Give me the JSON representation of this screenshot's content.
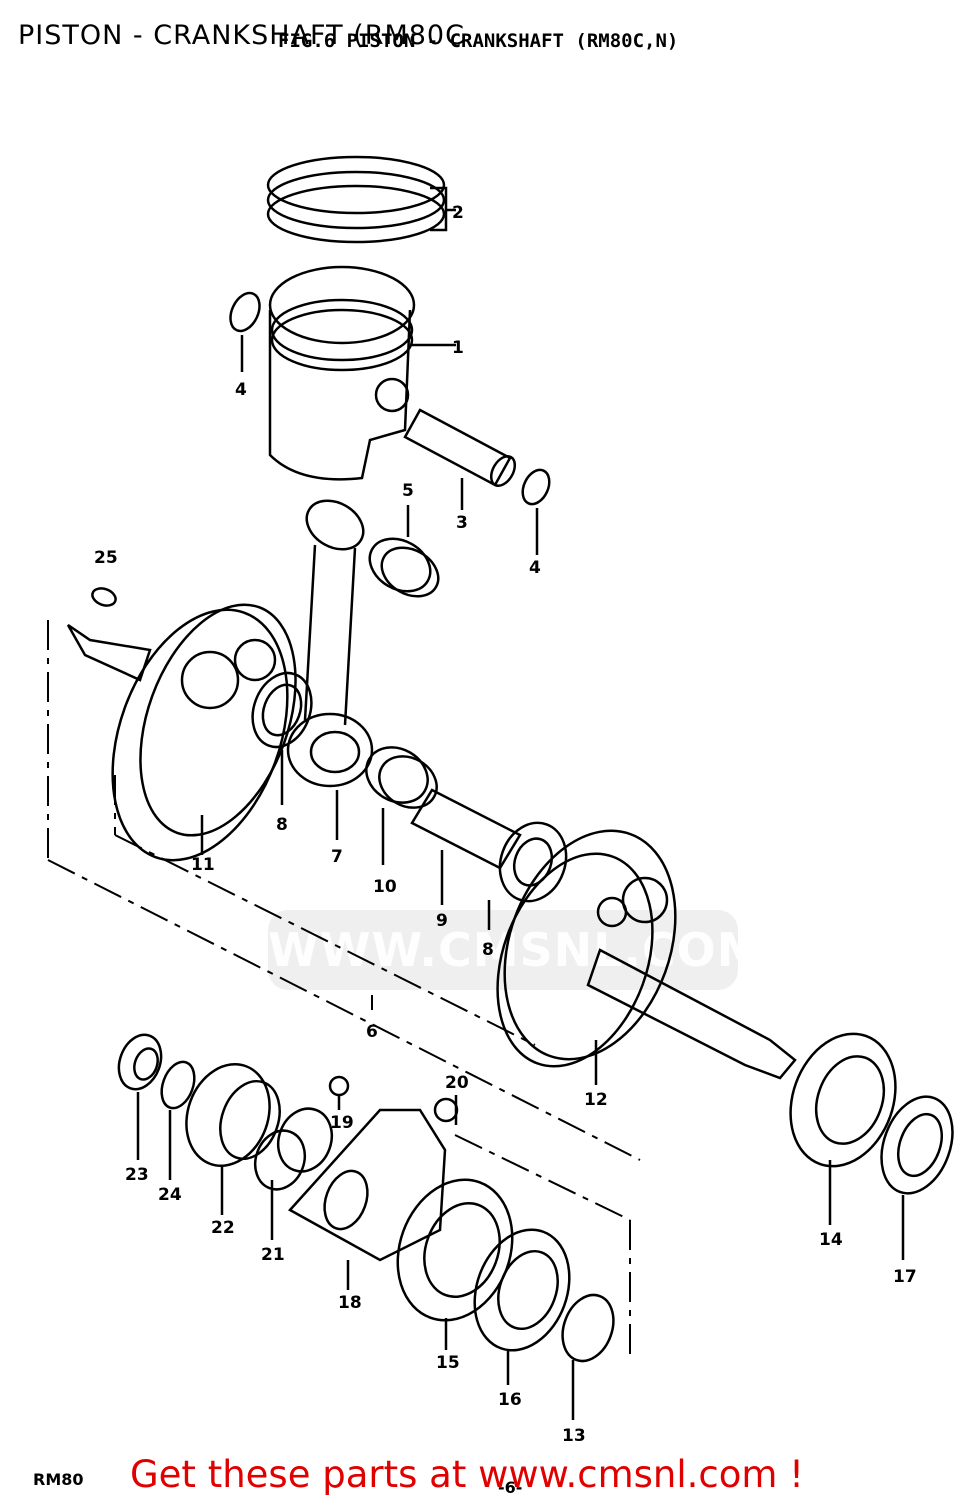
{
  "header": {
    "overlay_title": "PISTON - CRANKSHAFT (RM80C",
    "figure_title": "FIG.6  PISTON - CRANKSHAFT (RM80C,N)"
  },
  "watermark": {
    "text": "WWW.CMSNL.COM"
  },
  "footer": {
    "model": "RM80",
    "page_number": "-6-",
    "banner": "Get these parts at www.cmsnl.com !",
    "banner_color": "#e00000"
  },
  "callouts": {
    "c1": "1",
    "c2": "2",
    "c3": "3",
    "c4a": "4",
    "c4b": "4",
    "c5": "5",
    "c6": "6",
    "c7": "7",
    "c8a": "8",
    "c8b": "8",
    "c9": "9",
    "c10": "10",
    "c11": "11",
    "c12": "12",
    "c13": "13",
    "c14": "14",
    "c15": "15",
    "c16": "16",
    "c17": "17",
    "c18": "18",
    "c19": "19",
    "c20": "20",
    "c21": "21",
    "c22": "22",
    "c23": "23",
    "c24": "24",
    "c25": "25"
  }
}
